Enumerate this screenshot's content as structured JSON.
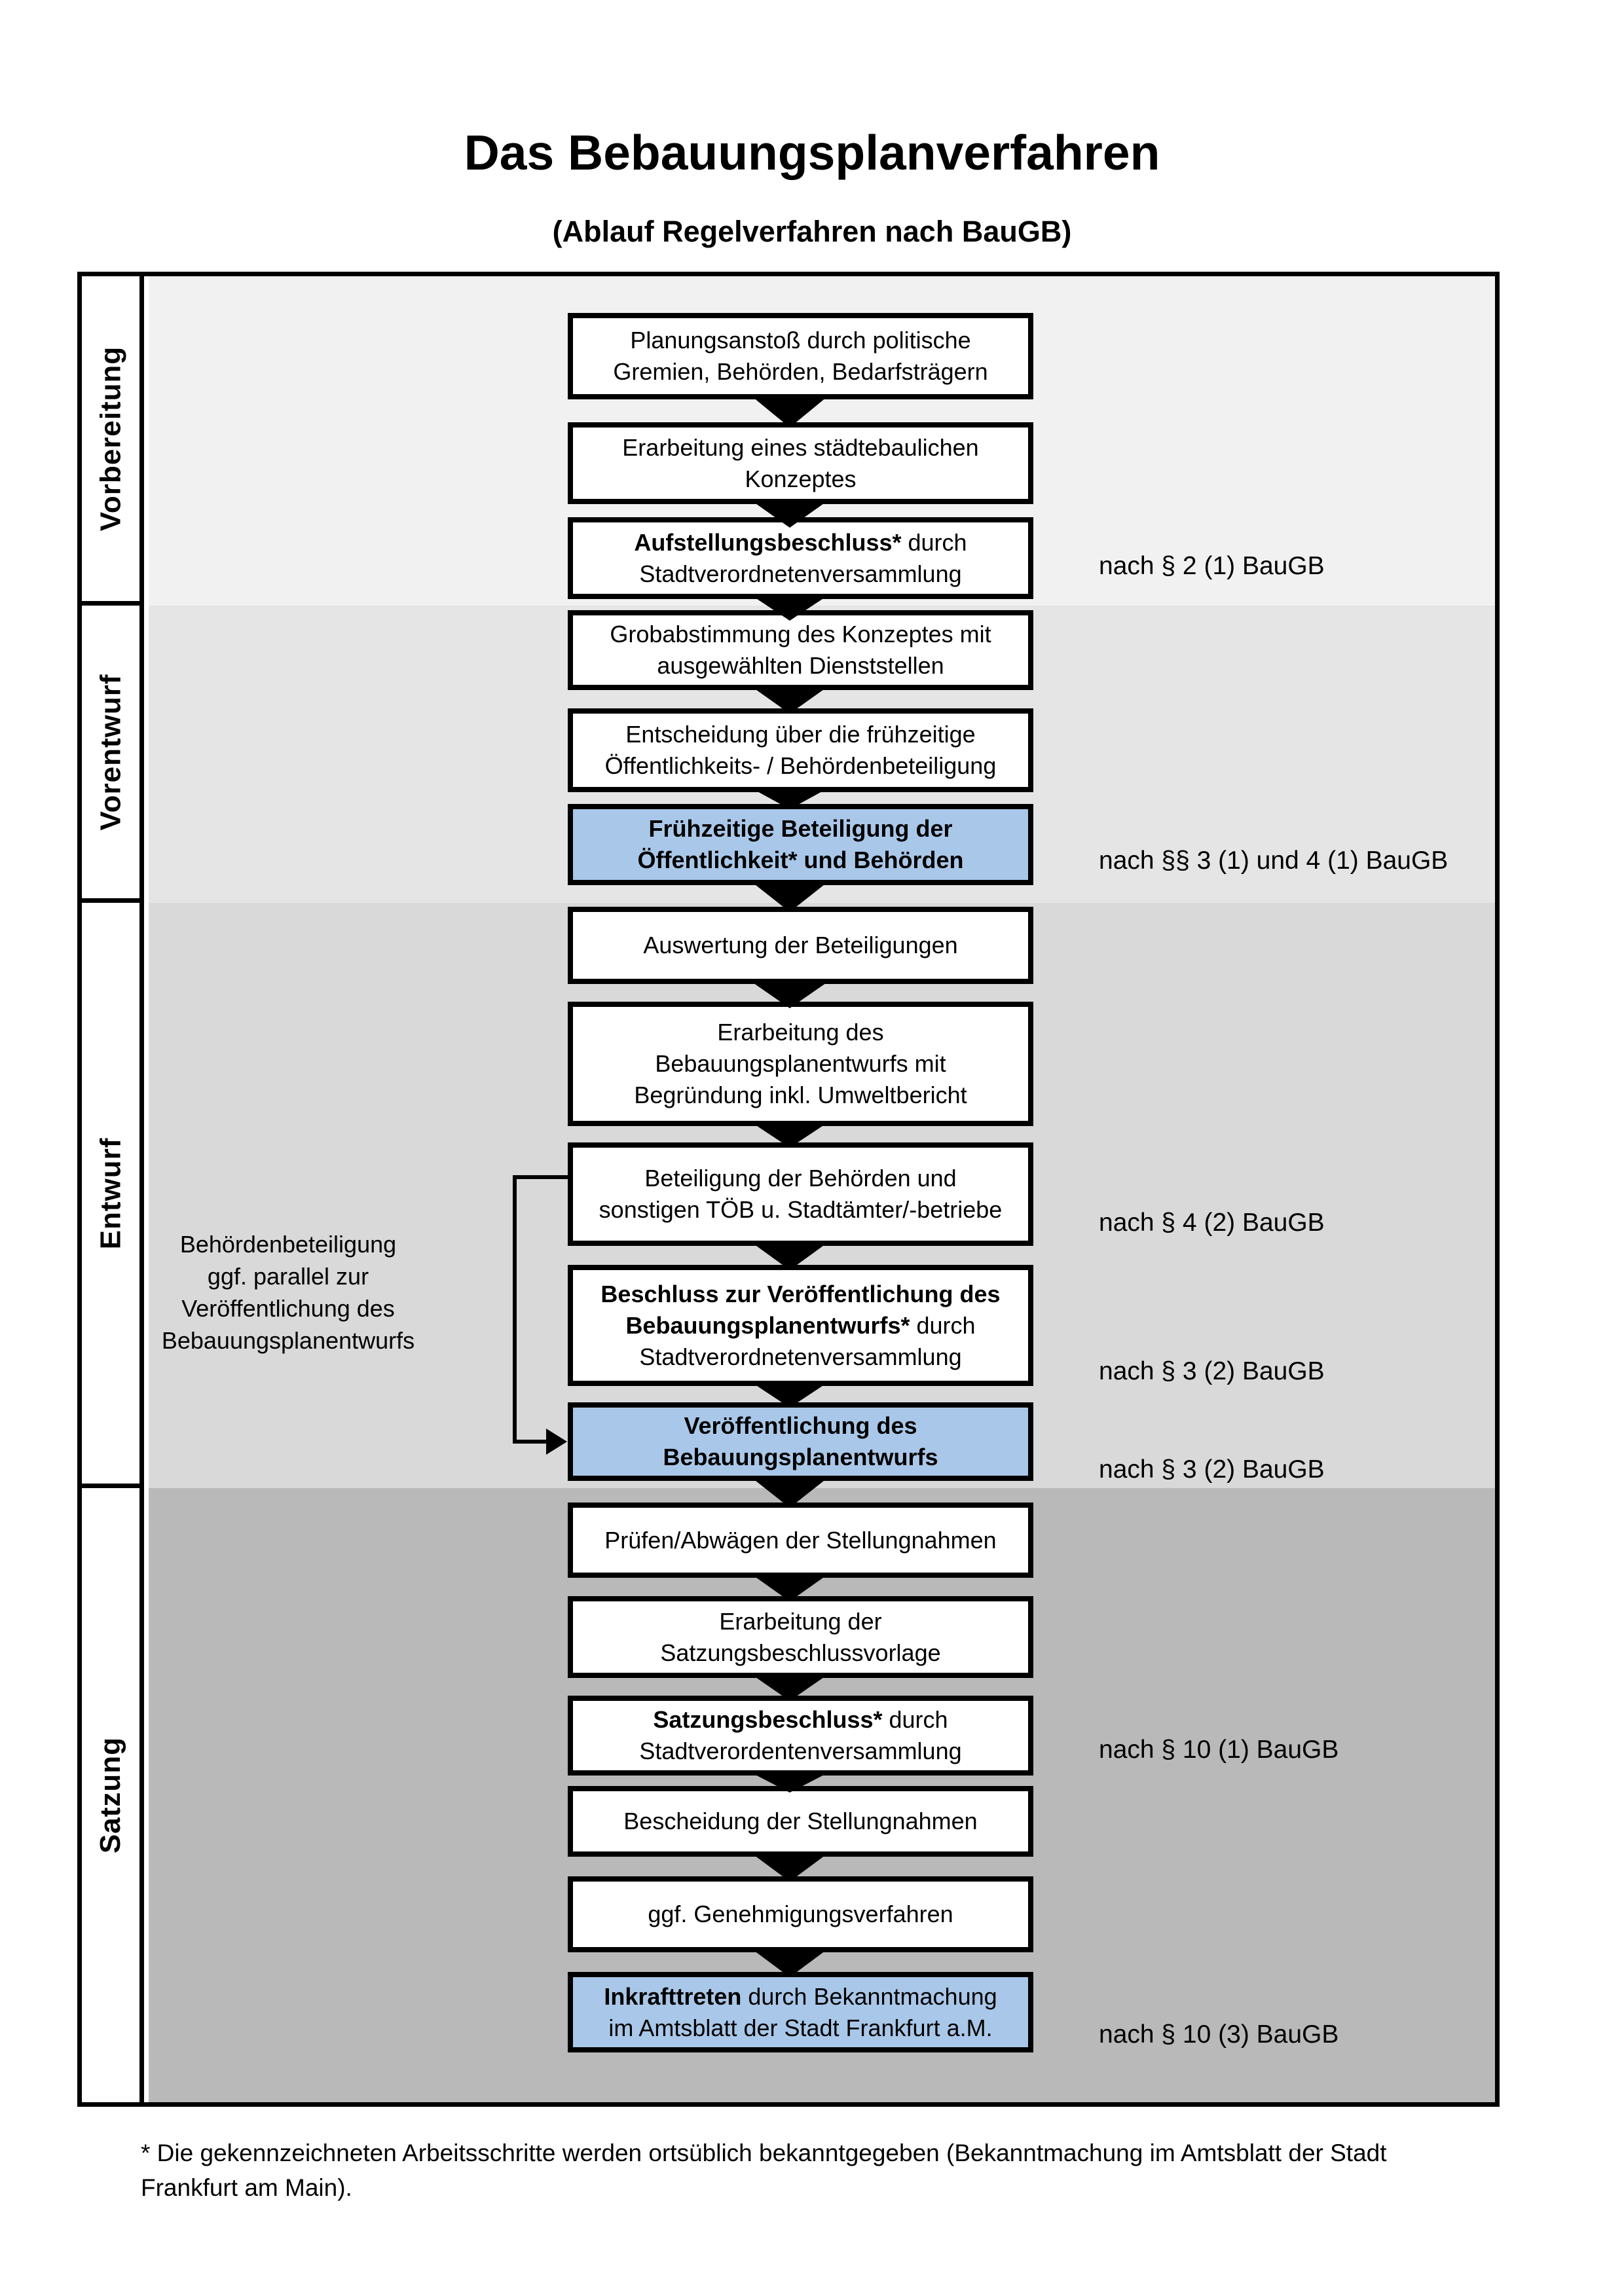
{
  "title": "Das Bebauungsplanverfahren",
  "subtitle": "(Ablauf Regelverfahren nach BauGB)",
  "phases": [
    {
      "label": "Vorbereitung"
    },
    {
      "label": "Vorentwurf"
    },
    {
      "label": "Entwurf"
    },
    {
      "label": "Satzung"
    }
  ],
  "boxes": [
    {
      "bold": "",
      "text": "Planungsanstoß durch politische\nGremien, Behörden, Bedarfsträgern",
      "highlighted": false
    },
    {
      "bold": "",
      "text": "Erarbeitung eines städtebaulichen\nKonzeptes",
      "highlighted": false
    },
    {
      "bold": "Aufstellungsbeschluss*",
      "text": " durch\nStadtverordnetenversammlung",
      "highlighted": false
    },
    {
      "bold": "",
      "text": "Grobabstimmung des Konzeptes mit\nausgewählten Dienststellen",
      "highlighted": false
    },
    {
      "bold": "",
      "text": "Entscheidung über die frühzeitige\nÖffentlichkeits- / Behördenbeteiligung",
      "highlighted": false
    },
    {
      "bold": "Frühzeitige Beteiligung der\nÖffentlichkeit* und Behörden",
      "text": "",
      "highlighted": true
    },
    {
      "bold": "",
      "text": "Auswertung der Beteiligungen",
      "highlighted": false
    },
    {
      "bold": "",
      "text": "Erarbeitung des\nBebauungsplanentwurfs mit\nBegründung inkl. Umweltbericht",
      "highlighted": false
    },
    {
      "bold": "",
      "text": "Beteiligung der Behörden und\nsonstigen TÖB u. Stadtämter/-betriebe",
      "highlighted": false
    },
    {
      "bold": "Beschluss zur Veröffentlichung des\nBebauungsplanentwurfs*",
      "text": " durch\nStadtverordnetenversammlung",
      "highlighted": false
    },
    {
      "bold": "Veröffentlichung des\nBebauungsplanentwurfs",
      "text": "",
      "highlighted": true
    },
    {
      "bold": "",
      "text": "Prüfen/Abwägen der Stellungnahmen",
      "highlighted": false
    },
    {
      "bold": "",
      "text": "Erarbeitung der\nSatzungsbeschlussvorlage",
      "highlighted": false
    },
    {
      "bold": "Satzungsbeschluss*",
      "text": " durch\nStadtverordentenversammlung",
      "highlighted": false
    },
    {
      "bold": "",
      "text": "Bescheidung der Stellungnahmen",
      "highlighted": false
    },
    {
      "bold": "",
      "text": "ggf. Genehmigungsverfahren",
      "highlighted": false
    },
    {
      "bold": "Inkrafttreten",
      "text": " durch Bekanntmachung\nim Amtsblatt der Stadt Frankfurt a.M.",
      "highlighted": true
    }
  ],
  "references": [
    {
      "text": "nach § 2 (1) BauGB"
    },
    {
      "text": "nach §§ 3 (1) und 4 (1) BauGB"
    },
    {
      "text": "nach § 4 (2) BauGB"
    },
    {
      "text": "nach § 3 (2) BauGB"
    },
    {
      "text": "nach § 3 (2) BauGB"
    },
    {
      "text": "nach § 10 (1) BauGB"
    },
    {
      "text": "nach § 10 (3) BauGB"
    }
  ],
  "side_note": {
    "text": "Behördenbeteiligung\nggf. parallel zur\nVeröffentlichung des\nBebauungsplanentwurfs"
  },
  "footnote": {
    "text": "* Die gekennzeichneten Arbeitsschritte werden ortsüblich bekanntgegeben (Bekanntmachung im Amtsblatt  der Stadt\nFrankfurt am Main)."
  },
  "colors": {
    "highlight_box": "#a9c7e8",
    "phase1": "#f1f1f1",
    "phase2": "#e5e5e5",
    "phase3": "#d9d9d9",
    "phase4": "#b9b9b9",
    "ink": "#000000"
  }
}
